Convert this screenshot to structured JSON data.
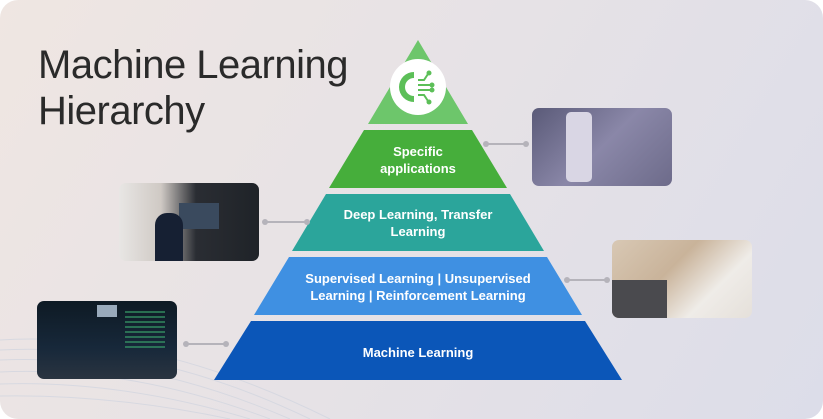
{
  "title": {
    "line1": "Machine Learning",
    "line2": "Hierarchy"
  },
  "levels": [
    {
      "label": "Specific applications",
      "line1": "Specific",
      "line2": "applications",
      "color": "#46ae3b"
    },
    {
      "label": "Deep Learning, Transfer Learning",
      "line1": "Deep Learning, Transfer",
      "line2": "Learning",
      "color": "#2ba59b"
    },
    {
      "label": "Supervised Learning | Unsupervised Learning | Reinforcement Learning",
      "line1": "Supervised Learning | Unsupervised",
      "line2": "Learning | Reinforcement Learning",
      "color": "#3f90e2"
    },
    {
      "label": "Machine Learning",
      "line1": "Machine Learning",
      "color": "#0b56b8"
    }
  ],
  "apex": {
    "icon": "ai-gear-circuit-icon",
    "color": "#6dc66b"
  }
}
